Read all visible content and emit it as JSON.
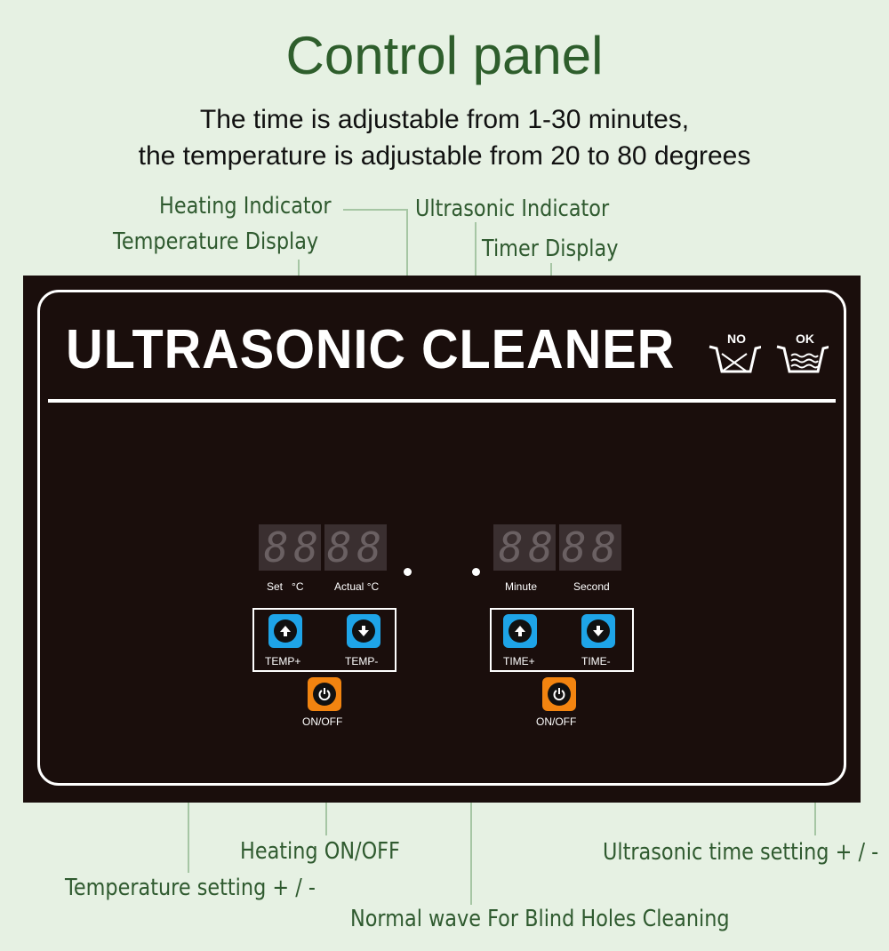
{
  "header": {
    "title": "Control panel",
    "subtitle_line1": "The time is adjustable from 1-30 minutes,",
    "subtitle_line2": "the temperature is adjustable from 20 to 80 degrees"
  },
  "callouts": {
    "heating_indicator": "Heating Indicator",
    "temperature_display": "Temperature Display",
    "ultrasonic_indicator": "Ultrasonic Indicator",
    "timer_display": "Timer Display",
    "heating_onoff": "Heating ON/OFF",
    "temperature_setting": "Temperature setting + / -",
    "ultrasonic_time_setting": "Ultrasonic time setting + / -",
    "normal_wave": "Normal wave For Blind Holes Cleaning"
  },
  "panel": {
    "brand": "ULTRASONIC CLEANER",
    "wash_no": "NO",
    "wash_ok": "OK",
    "digits": {
      "temp_set": [
        "8",
        "8"
      ],
      "temp_actual": [
        "8",
        "8"
      ],
      "time_minute": [
        "8",
        "8"
      ],
      "time_second": [
        "8",
        "8"
      ]
    },
    "labels": {
      "set": "Set",
      "set_unit": "°C",
      "actual": "Actual",
      "actual_unit": "°C",
      "minute": "Minute",
      "second": "Second"
    },
    "buttons": {
      "temp_plus": "TEMP+",
      "temp_minus": "TEMP-",
      "time_plus": "TIME+",
      "time_minus": "TIME-",
      "heat_onoff": "ON/OFF",
      "ultra_onoff": "ON/OFF"
    },
    "colors": {
      "panel_bg": "#1a0e0c",
      "button_blue": "#1ea4e8",
      "button_orange": "#f28410",
      "callout_text": "#2f5a2f"
    }
  }
}
